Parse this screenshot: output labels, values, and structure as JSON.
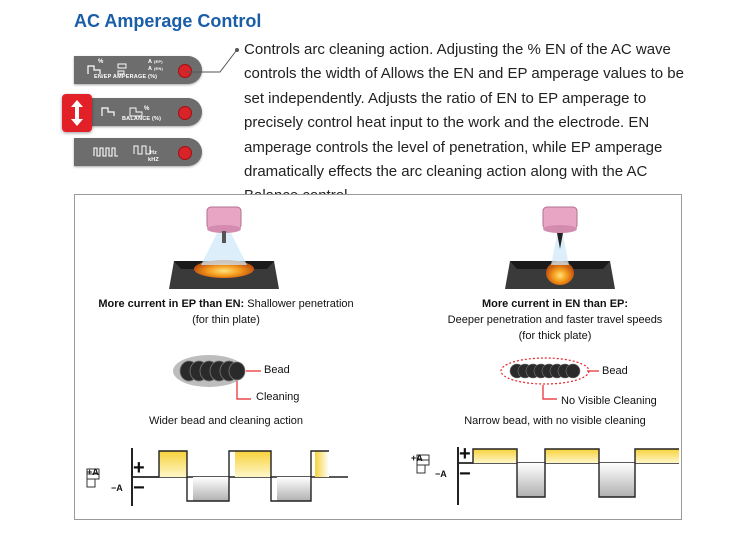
{
  "title": "AC Amperage Control",
  "description": "Controls arc cleaning action. Adjusting the % EN of the AC wave controls the width of Allows the EN and EP amperage values to be set independently. Adjusts the ratio of EN to EP amperage to precisely control heat input to the work and the electrode. EN amperage controls the level of penetration, while EP amperage dramatically effects the arc cleaning action along with the AC Balance control.",
  "controls": {
    "knob1": {
      "label": "EN/EP AMPERAGE (%)",
      "a_ep": "A",
      "a_ep_sub": "(EP)",
      "a_en": "A",
      "a_en_sub": "(EN)",
      "pct": "%"
    },
    "knob2": {
      "label": "BALANCE (%)",
      "pct": "%"
    },
    "knob3": {
      "hz": "Hz",
      "khz": "kHZ"
    }
  },
  "left": {
    "caption_bold": "More current in EP than EN:",
    "caption_rest": " Shallower penetration",
    "caption_line2": "(for thin plate)",
    "bead_label": "Bead",
    "cleaning_label": "Cleaning",
    "summary": "Wider bead and cleaning action"
  },
  "right": {
    "caption_bold": "More current in EN than EP:",
    "caption_line2": "Deeper penetration and faster travel speeds",
    "caption_line3": "(for thick plate)",
    "bead_label": "Bead",
    "cleaning_label": "No Visible Cleaning",
    "summary": "Narrow bead, with no visible cleaning"
  },
  "wave_symbols": {
    "plus": "+",
    "minus": "−",
    "a_plus": "+A",
    "a_minus": "−A"
  },
  "colors": {
    "title": "#1a5ea8",
    "red": "#d8232a",
    "knob": "#6d6d6d",
    "wave_pos": "#f2c21a",
    "wave_neg": "#b8b8b8",
    "torch": "#e8a6c4"
  }
}
